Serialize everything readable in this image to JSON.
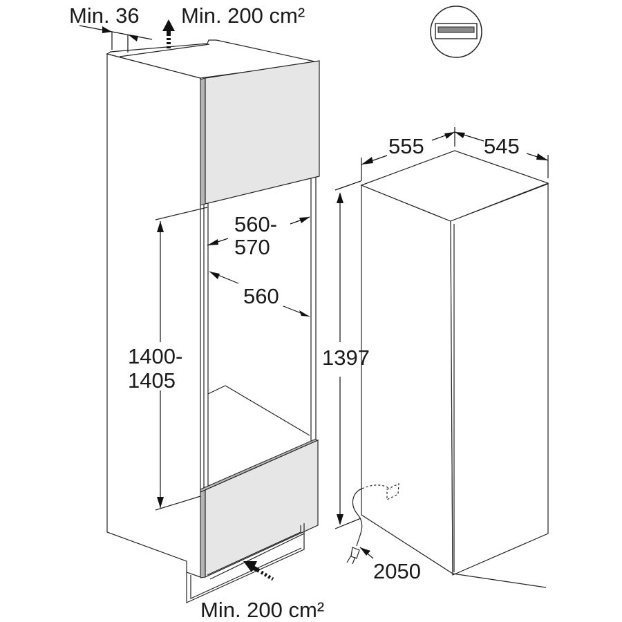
{
  "labels": {
    "min_gap": "Min. 36",
    "vent_top": "Min. 200 cm²",
    "vent_bottom": "Min. 200 cm²",
    "niche_width_a": "560-",
    "niche_width_b": "570",
    "inner_width": "560",
    "niche_height_a": "1400-",
    "niche_height_b": "1405",
    "appliance_width": "555",
    "appliance_depth": "545",
    "appliance_height": "1397",
    "cable_length": "2050"
  },
  "icon": "built-in-fitting-icon"
}
